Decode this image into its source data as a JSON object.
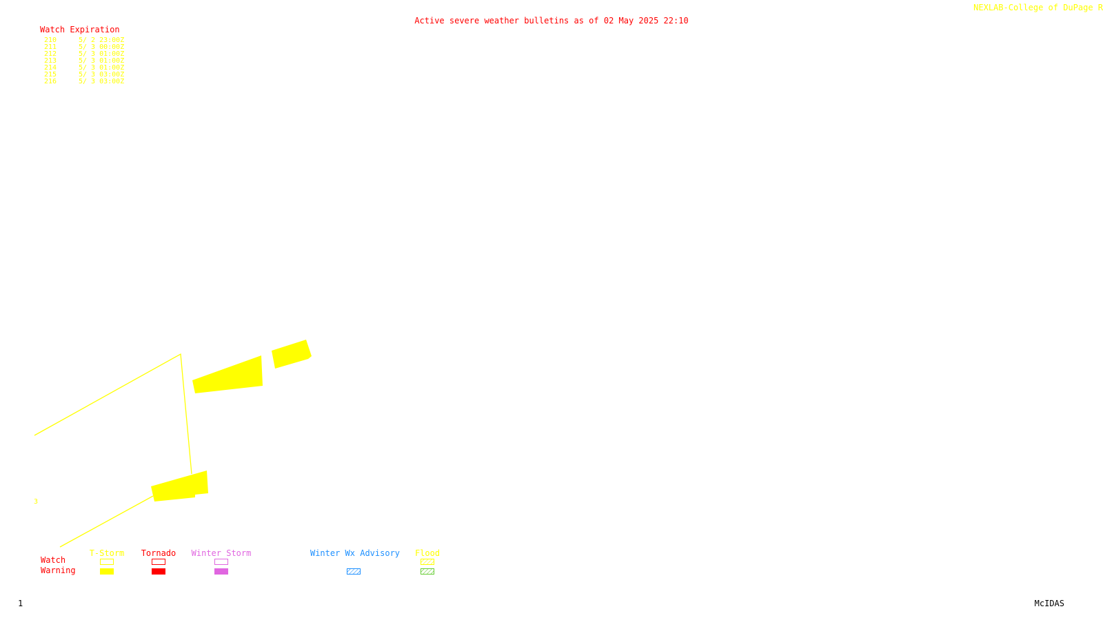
{
  "header": {
    "title": "Active severe weather bulletins as of 02 May 2025 22:10",
    "brand": "NEXLAB-College of DuPage R"
  },
  "watch_expiration": {
    "title": "Watch Expiration",
    "rows": [
      {
        "num": "210",
        "time": "5/ 2 23:00Z"
      },
      {
        "num": "211",
        "time": "5/ 3 00:00Z"
      },
      {
        "num": "212",
        "time": "5/ 3 01:00Z"
      },
      {
        "num": "213",
        "time": "5/ 3 01:00Z"
      },
      {
        "num": "214",
        "time": "5/ 3 01:00Z"
      },
      {
        "num": "215",
        "time": "5/ 3 03:00Z"
      },
      {
        "num": "216",
        "time": "5/ 3 03:00Z"
      }
    ]
  },
  "map": {
    "edge_label": "3"
  },
  "legend": {
    "row_watch": "Watch",
    "row_warning": "Warning",
    "categories": [
      {
        "name": "T-Storm",
        "color": "#ffff00"
      },
      {
        "name": "Tornado",
        "color": "#ff0000"
      },
      {
        "name": "Winter Storm",
        "color": "#e066e0"
      },
      {
        "name": "Winter Wx Advisory",
        "color": "#1e90ff"
      },
      {
        "name": "Flood",
        "color": "#ffff00"
      }
    ],
    "flood_warning_color": "#66cc33"
  },
  "footer": {
    "frame": "1",
    "software": "McIDAS"
  }
}
